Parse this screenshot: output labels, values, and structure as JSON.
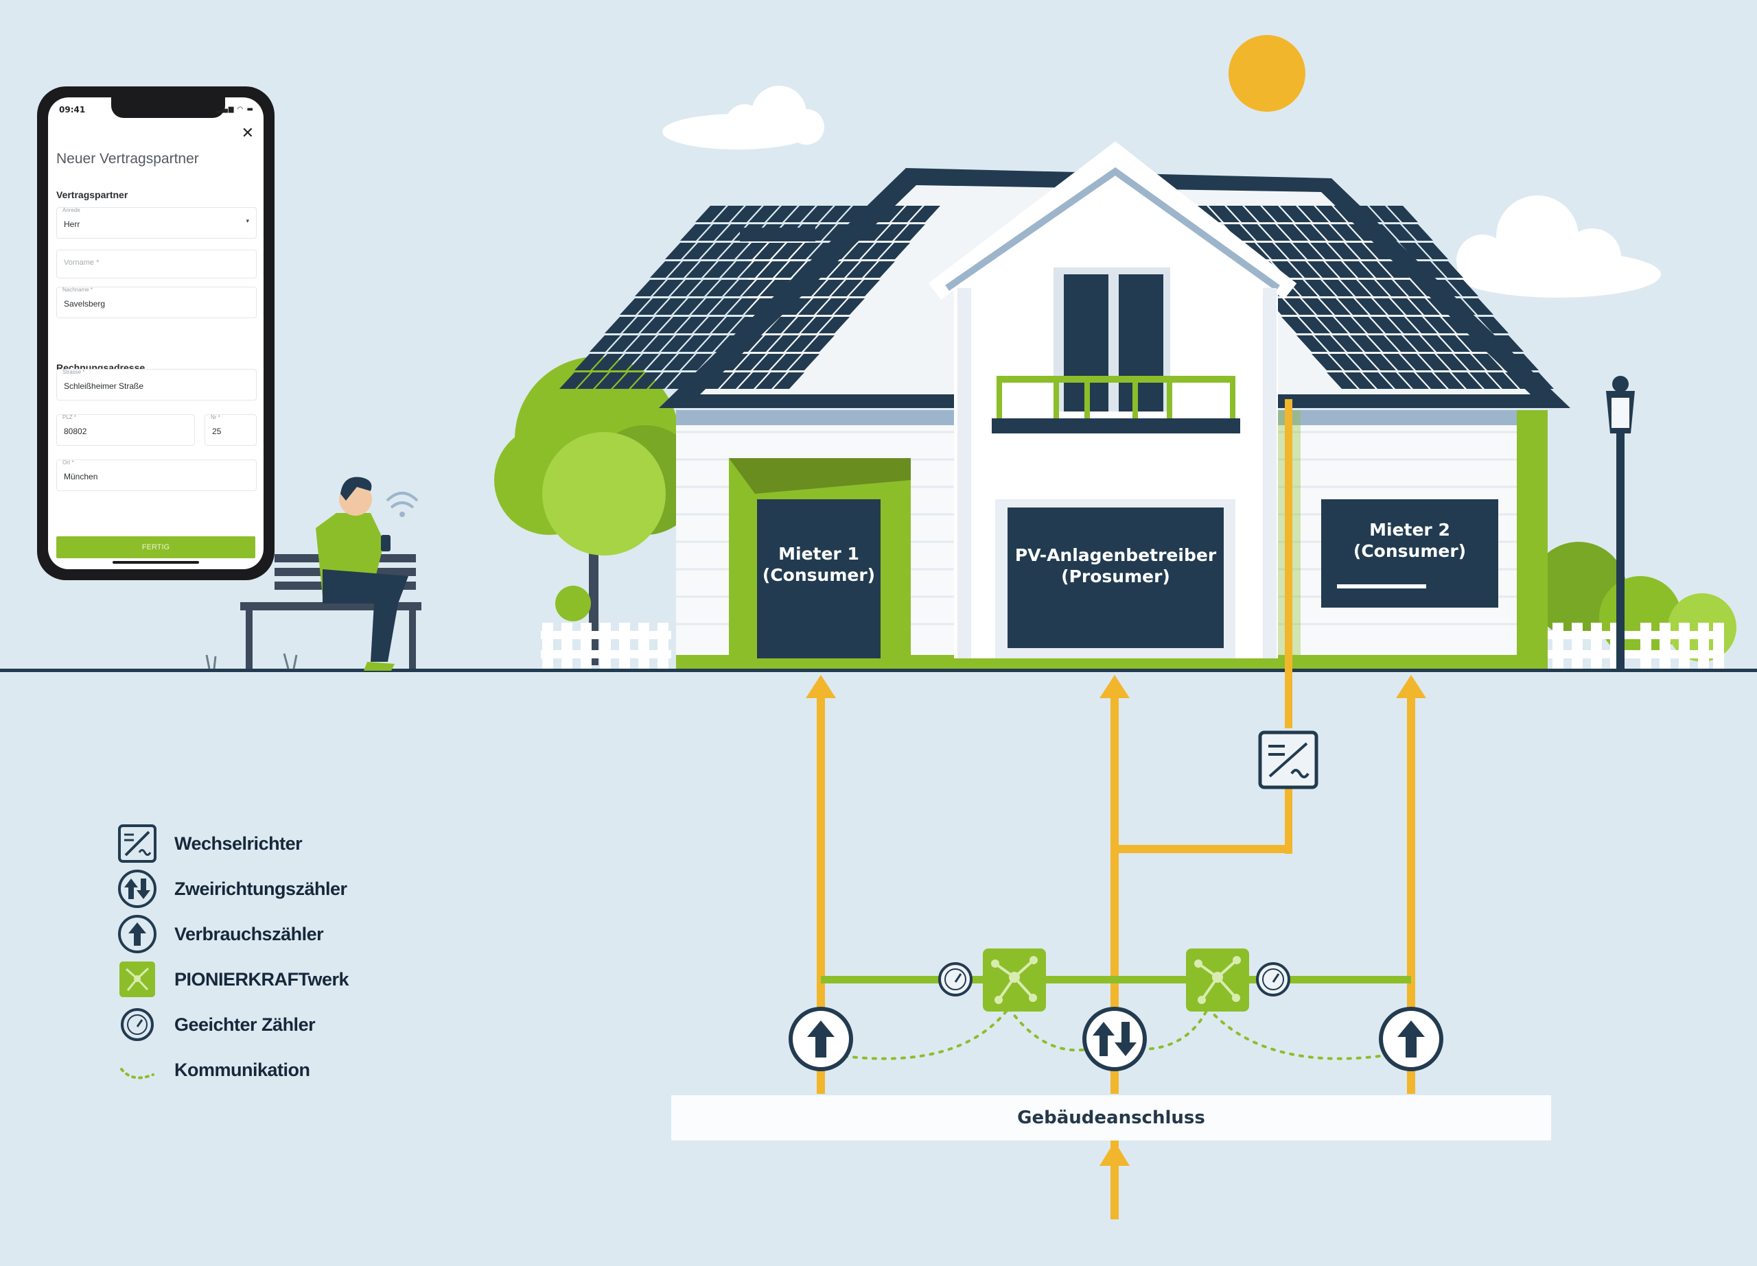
{
  "colors": {
    "background": "#dde9f1",
    "navy": "#223b50",
    "green": "#8cbe2a",
    "orange": "#f2b62c",
    "white": "#ffffff"
  },
  "house": {
    "labels": [
      {
        "line1": "Mieter 1",
        "line2": "(Consumer)"
      },
      {
        "line1": "PV-Anlagenbetreiber",
        "line2": "(Prosumer)"
      },
      {
        "line1": "Mieter 2",
        "line2": "(Consumer)"
      }
    ],
    "connection_label": "Gebäudeanschluss"
  },
  "phone": {
    "time": "09:41",
    "status_icons": "signal-wifi-battery",
    "close_glyph": "✕",
    "title": "Neuer Vertragspartner",
    "section_contract_partner": "Vertragspartner",
    "field_salutation": {
      "label": "Anrede",
      "value": "Herr"
    },
    "field_firstname": {
      "placeholder": "Vorname *"
    },
    "field_lastname": {
      "label": "Nachname *",
      "value": "Savelsberg"
    },
    "section_billing": "Rechnungsadresse",
    "field_street": {
      "label": "Strasse *",
      "value": "Schleißheimer Straße"
    },
    "field_zip": {
      "label": "PLZ *",
      "value": "80802"
    },
    "field_number": {
      "label": "Nr *",
      "value": "25"
    },
    "field_city": {
      "label": "Ort *",
      "value": "München"
    },
    "submit_label": "FERTIG"
  },
  "legend": [
    {
      "icon": "inverter-icon",
      "label": "Wechselrichter"
    },
    {
      "icon": "bidirectional-meter-icon",
      "label": "Zweirichtungszähler"
    },
    {
      "icon": "consumption-meter-icon",
      "label": "Verbrauchszähler"
    },
    {
      "icon": "pionierkraftwerk-icon",
      "label": "PIONIERKRAFTwerk"
    },
    {
      "icon": "calibrated-meter-icon",
      "label": "Geeichter Zähler"
    },
    {
      "icon": "communication-icon",
      "label": "Kommunikation"
    }
  ]
}
